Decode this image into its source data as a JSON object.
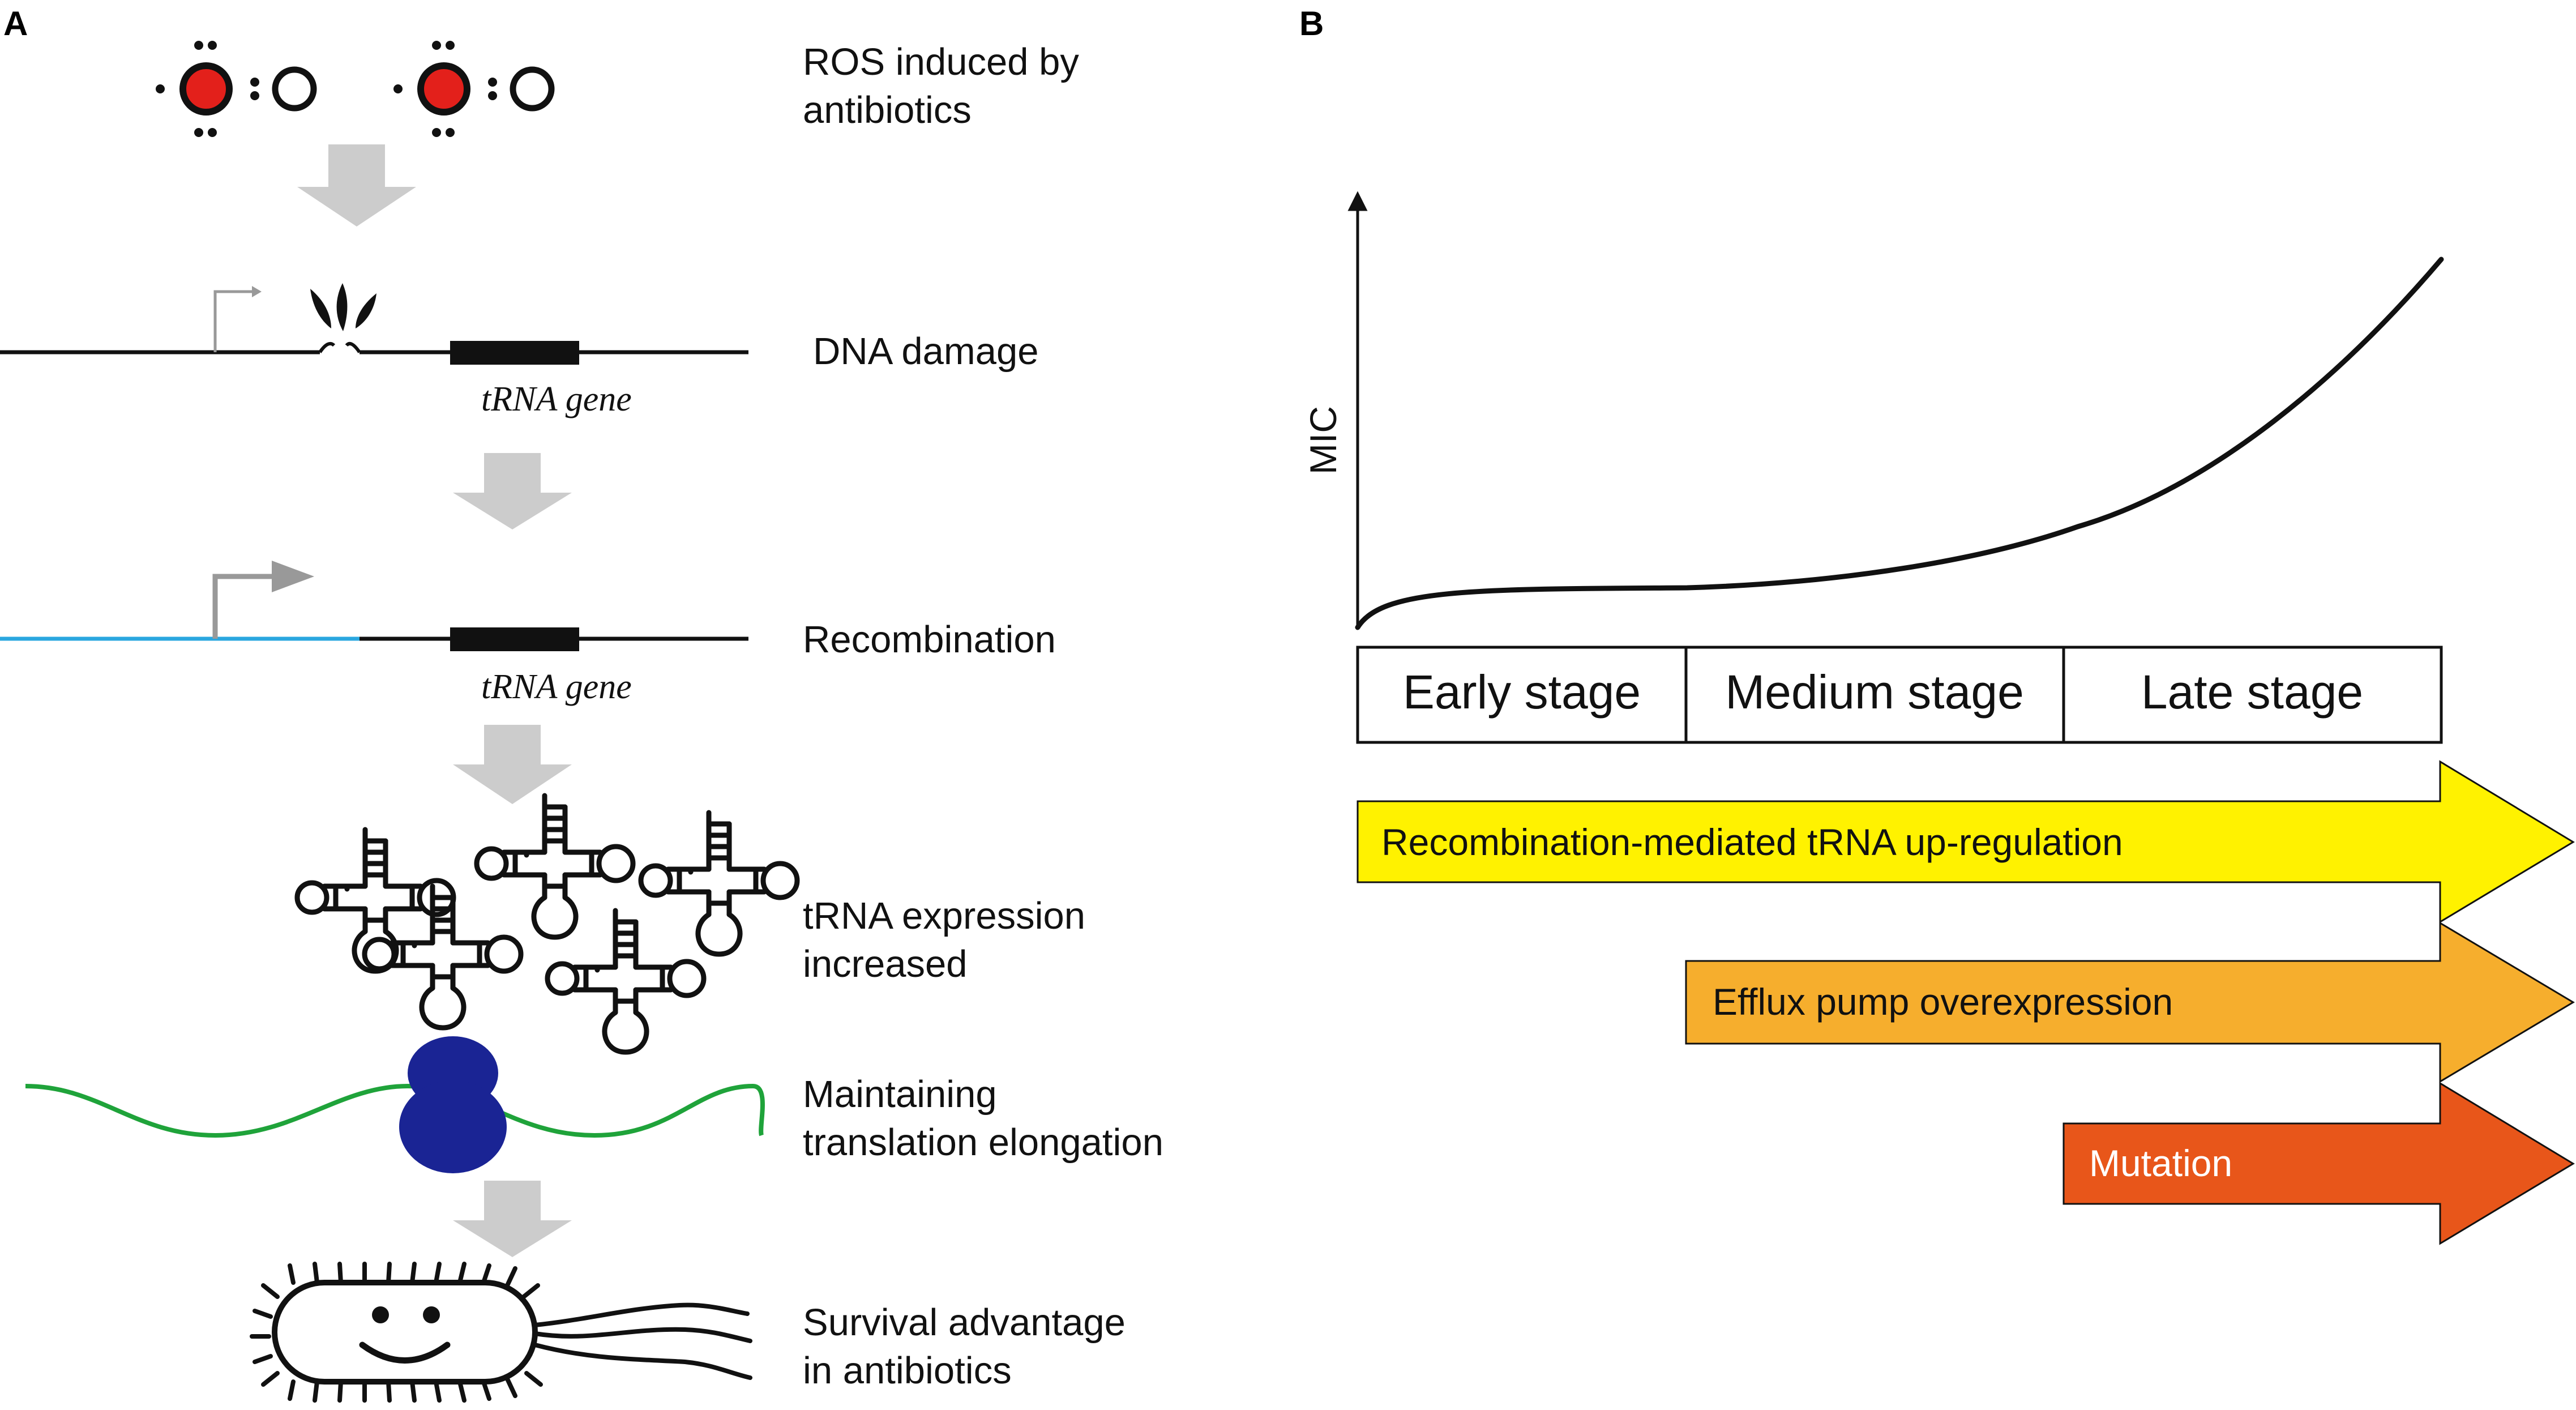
{
  "panel_a": {
    "label": "A",
    "steps": [
      {
        "line1": "ROS induced by",
        "line2": "antibiotics"
      },
      {
        "line1": "DNA damage",
        "line2": ""
      },
      {
        "line1": "Recombination",
        "line2": ""
      },
      {
        "line1": "tRNA expression",
        "line2": "increased"
      },
      {
        "line1": "Maintaining",
        "line2": "translation elongation"
      },
      {
        "line1": "Survival advantage",
        "line2": "in antibiotics"
      }
    ],
    "gene_label": "tRNA gene",
    "colors": {
      "radical": "#e3201b",
      "process_arrow": "#cccccc",
      "recombined_dna": "#2aa7df",
      "mrna": "#1fa33a",
      "ribosome": "#1a2494"
    }
  },
  "panel_b": {
    "label": "B",
    "y_axis_label": "MIC",
    "stages": [
      "Early stage",
      "Medium stage",
      "Late stage"
    ],
    "mechanisms": [
      {
        "label": "Recombination-mediated tRNA up-regulation",
        "color": "#fff200"
      },
      {
        "label": "Efflux pump overexpression",
        "color": "#f6ae2d"
      },
      {
        "label": "Mutation",
        "color": "#e8561a"
      }
    ]
  }
}
